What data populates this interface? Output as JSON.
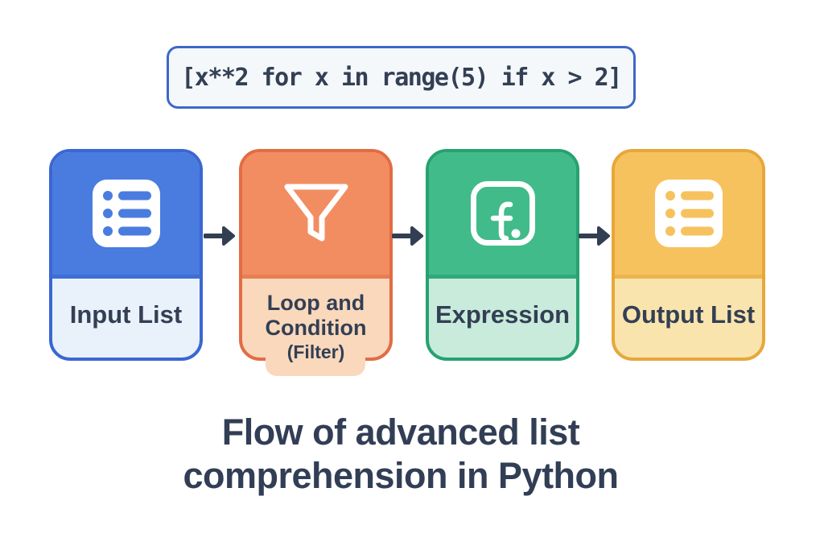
{
  "code_box": {
    "code": "[x**2 for x in range(5) if x > 2]"
  },
  "flow": {
    "steps": [
      {
        "id": "input-list",
        "label": "Input List",
        "icon": "list-icon",
        "fill": "#4a7ce0",
        "border": "#3a67d2",
        "light": "#e9f1fb"
      },
      {
        "id": "loop-condition-filter",
        "label_lines": [
          "Loop and",
          "Condition"
        ],
        "sublabel": "(Filter)",
        "icon": "funnel-icon",
        "fill": "#f28d62",
        "border": "#e26c44",
        "light": "#f9d8bc"
      },
      {
        "id": "expression",
        "label": "Expression",
        "icon": "function-icon",
        "fill": "#41bb8a",
        "border": "#27a170",
        "light": "#c8ebdb"
      },
      {
        "id": "output-list",
        "label": "Output List",
        "icon": "list-icon",
        "fill": "#f6c25e",
        "border": "#e7a73b",
        "light": "#fae4ad"
      }
    ],
    "arrow_color": "#323e52"
  },
  "title": {
    "line1": "Flow of advanced list",
    "line2": "comprehension in Python"
  },
  "palette": {
    "background": "#ffffff",
    "text_dark": "#333f54",
    "code_border": "#3e68c8",
    "code_bg": "#f5f8fb"
  }
}
